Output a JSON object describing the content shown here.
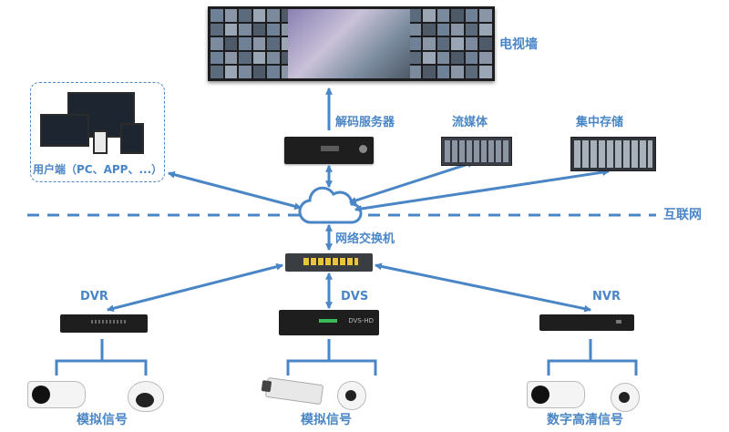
{
  "labels": {
    "video_wall": "电视墙",
    "decode_server": "解码服务器",
    "streaming_media": "流媒体",
    "central_storage": "集中存储",
    "client": "用户端（PC、APP、...）",
    "internet": "互联网",
    "network_switch": "网络交换机",
    "dvr": "DVR",
    "dvs": "DVS",
    "nvr": "NVR",
    "analog_signal_left": "模拟信号",
    "analog_signal_middle": "模拟信号",
    "digital_hd_signal": "数字高清信号",
    "dvs_device_text": "DVS-HD"
  },
  "colors": {
    "accent": "#4a86c5",
    "device_dark": "#1e1e1e"
  }
}
